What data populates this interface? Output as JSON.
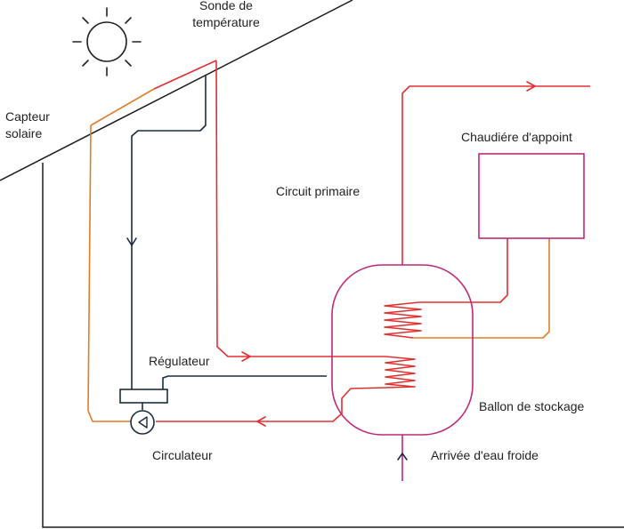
{
  "labels": {
    "sonde": [
      "Sonde de",
      "température"
    ],
    "capteur": [
      "Capteur",
      "solaire"
    ],
    "circuit_primaire": "Circuit primaire",
    "chaudiere": "Chaudiére d'appoint",
    "regulateur": "Régulateur",
    "circulateur": "Circulateur",
    "ballon": "Ballon de stockage",
    "arrivee": "Arrivée d'eau froide"
  },
  "colors": {
    "hot": "#e03030",
    "cold": "#e07c28",
    "control": "#1c2c3c",
    "tank": "#c0287a",
    "structure": "#1a1a1a",
    "sun": "#222222",
    "text": "#222222"
  },
  "icons": [
    "sun-icon",
    "pump-icon",
    "arrow-icon"
  ]
}
